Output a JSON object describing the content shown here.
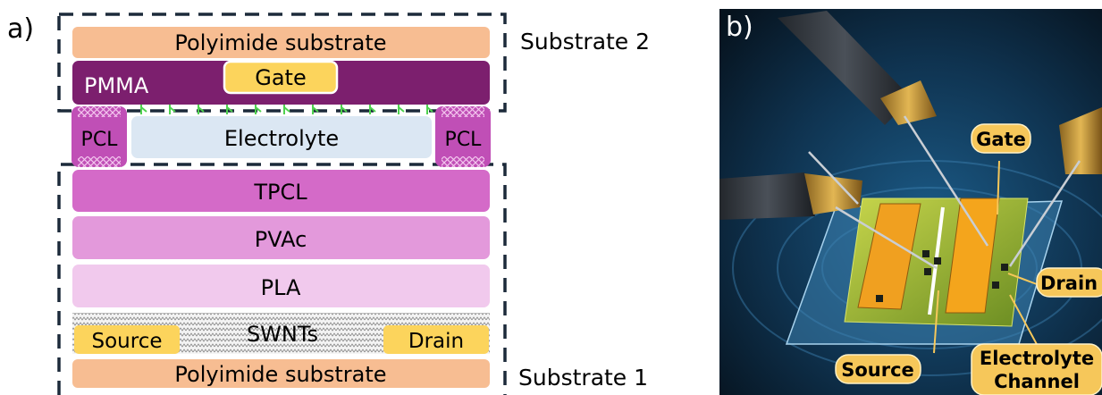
{
  "panel_a": {
    "label": "a)",
    "substrate_top": "Substrate 2",
    "substrate_bottom": "Substrate 1",
    "layers": {
      "polyimide_top": "Polyimide substrate",
      "pmma": "PMMA",
      "gate": "Gate",
      "pcl_left": "PCL",
      "electrolyte": "Electrolyte",
      "pcl_right": "PCL",
      "tpcl": "TPCL",
      "pvac": "PVAc",
      "pla": "PLA",
      "swnts": "SWNTs",
      "source": "Source",
      "drain": "Drain",
      "polyimide_bottom": "Polyimide substrate"
    }
  },
  "panel_b": {
    "label": "b)",
    "callouts": {
      "gate": "Gate",
      "drain": "Drain",
      "source": "Source",
      "electrolyte_line1": "Electrolyte",
      "electrolyte_line2": "Channel"
    }
  },
  "colors": {
    "polyimide": "#f7bd92",
    "pmma": "#7c1f6e",
    "gate": "#fcd45c",
    "pcl": "#c04fb6",
    "electrolyte": "#dbe7f3",
    "tpcl": "#d46ac8",
    "pvac": "#e399db",
    "pla": "#f1c9ed",
    "electrode": "#fcd45c",
    "linker": "#4fd24f",
    "dashed_box": "#1c2a3a"
  }
}
